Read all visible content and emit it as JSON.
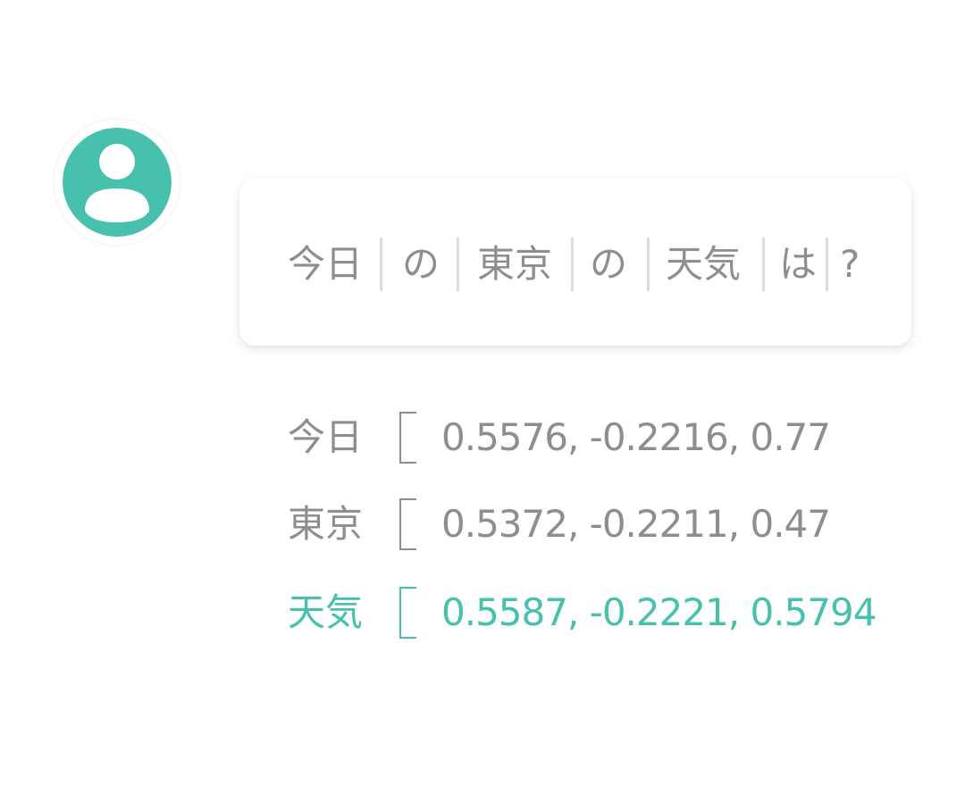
{
  "colors": {
    "accent": "#47c0ad",
    "text_gray": "#8e8e8e",
    "separator": "#dcdcdc",
    "bubble_bg": "#ffffff"
  },
  "avatar": {
    "icon": "user-avatar-icon"
  },
  "bubble": {
    "tokens": [
      "今日",
      "の",
      "東京",
      "の",
      "天気",
      "は",
      "?"
    ]
  },
  "embeddings": [
    {
      "word": "今日",
      "values": "0.5576, -0.2216, 0.77",
      "highlight": false
    },
    {
      "word": "東京",
      "values": "0.5372, -0.2211, 0.47",
      "highlight": false
    },
    {
      "word": "天気",
      "values": "0.5587, -0.2221, 0.5794",
      "highlight": true
    }
  ]
}
